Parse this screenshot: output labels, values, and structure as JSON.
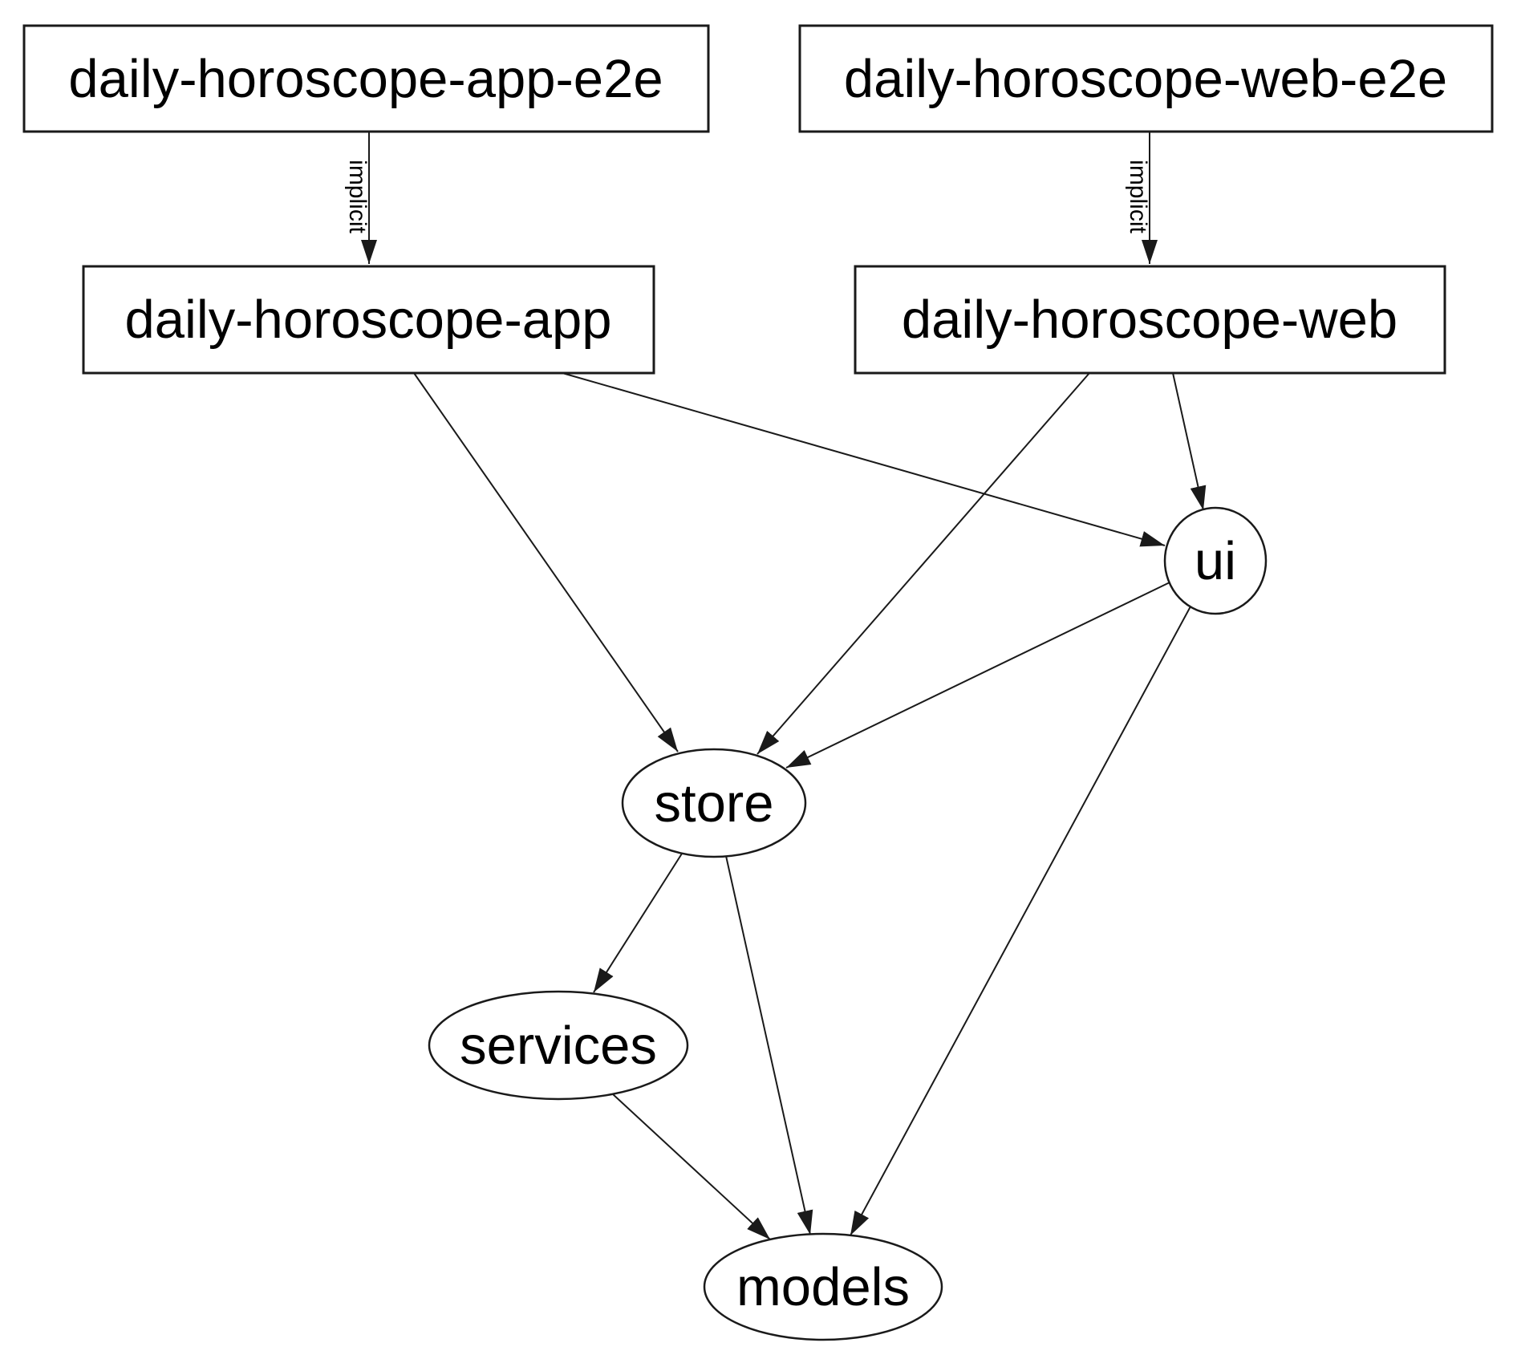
{
  "diagram": {
    "type": "project-dependency-graph",
    "nodes": [
      {
        "id": "daily-horoscope-app-e2e",
        "label": "daily-horoscope-app-e2e",
        "shape": "rectangle"
      },
      {
        "id": "daily-horoscope-web-e2e",
        "label": "daily-horoscope-web-e2e",
        "shape": "rectangle"
      },
      {
        "id": "daily-horoscope-app",
        "label": "daily-horoscope-app",
        "shape": "rectangle"
      },
      {
        "id": "daily-horoscope-web",
        "label": "daily-horoscope-web",
        "shape": "rectangle"
      },
      {
        "id": "ui",
        "label": "ui",
        "shape": "ellipse"
      },
      {
        "id": "store",
        "label": "store",
        "shape": "ellipse"
      },
      {
        "id": "services",
        "label": "services",
        "shape": "ellipse"
      },
      {
        "id": "models",
        "label": "models",
        "shape": "ellipse"
      }
    ],
    "edges": [
      {
        "from": "daily-horoscope-app-e2e",
        "to": "daily-horoscope-app",
        "label": "implicit"
      },
      {
        "from": "daily-horoscope-web-e2e",
        "to": "daily-horoscope-web",
        "label": "implicit"
      },
      {
        "from": "daily-horoscope-app",
        "to": "store",
        "label": ""
      },
      {
        "from": "daily-horoscope-app",
        "to": "ui",
        "label": ""
      },
      {
        "from": "daily-horoscope-web",
        "to": "store",
        "label": ""
      },
      {
        "from": "daily-horoscope-web",
        "to": "ui",
        "label": ""
      },
      {
        "from": "ui",
        "to": "store",
        "label": ""
      },
      {
        "from": "ui",
        "to": "models",
        "label": ""
      },
      {
        "from": "store",
        "to": "services",
        "label": ""
      },
      {
        "from": "store",
        "to": "models",
        "label": ""
      },
      {
        "from": "services",
        "to": "models",
        "label": ""
      }
    ],
    "colors": {
      "stroke": "#1a1a1a",
      "text": "#000000",
      "background": "#ffffff",
      "arrowhead": "#1a1a1a"
    }
  }
}
